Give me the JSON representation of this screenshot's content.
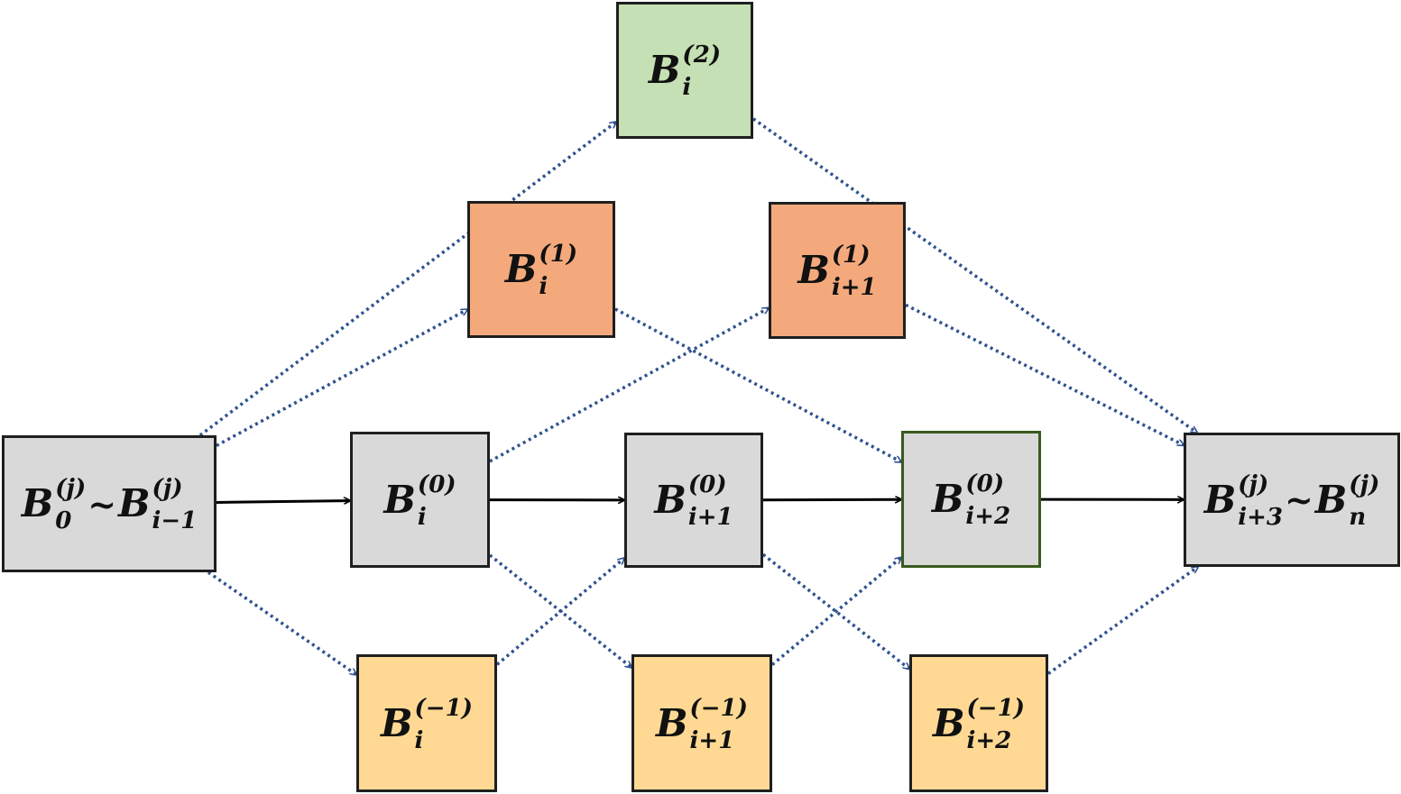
{
  "colors": {
    "gray": "#d9d9d9",
    "green": "#c5e0b4",
    "orange": "#f4a97c",
    "yellow": "#ffd994",
    "border": "#1f1f1f",
    "green_border": "#3a5a1e",
    "solid_arrow": "#000000",
    "dotted_arrow": "#2f528f"
  },
  "nodes": {
    "prefix": {
      "a_base": "B",
      "a_sup": "(j)",
      "a_sub": "0",
      "tilde": "~",
      "b_base": "B",
      "b_sup": "(j)",
      "b_sub": "i−1"
    },
    "b_i_0": {
      "base": "B",
      "sup": "(0)",
      "sub": "i"
    },
    "b_i1_0": {
      "base": "B",
      "sup": "(0)",
      "sub": "i+1"
    },
    "b_i2_0": {
      "base": "B",
      "sup": "(0)",
      "sub": "i+2"
    },
    "suffix": {
      "a_base": "B",
      "a_sup": "(j)",
      "a_sub": "i+3",
      "tilde": "~",
      "b_base": "B",
      "b_sup": "(j)",
      "b_sub": "n"
    },
    "b_i_1": {
      "base": "B",
      "sup": "(1)",
      "sub": "i"
    },
    "b_i1_1": {
      "base": "B",
      "sup": "(1)",
      "sub": "i+1"
    },
    "b_i_2": {
      "base": "B",
      "sup": "(2)",
      "sub": "i"
    },
    "b_i_m1": {
      "base": "B",
      "sup": "(−1)",
      "sub": "i"
    },
    "b_i1_m1": {
      "base": "B",
      "sup": "(−1)",
      "sub": "i+1"
    },
    "b_i2_m1": {
      "base": "B",
      "sup": "(−1)",
      "sub": "i+2"
    }
  },
  "edges": [
    {
      "from": "prefix",
      "to": "b_i_0",
      "style": "solid"
    },
    {
      "from": "b_i_0",
      "to": "b_i1_0",
      "style": "solid"
    },
    {
      "from": "b_i1_0",
      "to": "b_i2_0",
      "style": "solid"
    },
    {
      "from": "b_i2_0",
      "to": "suffix",
      "style": "solid"
    },
    {
      "from": "prefix",
      "to": "b_i_2",
      "style": "dotted"
    },
    {
      "from": "prefix",
      "to": "b_i_1",
      "style": "dotted"
    },
    {
      "from": "prefix",
      "to": "b_i_m1",
      "style": "dotted"
    },
    {
      "from": "b_i_0",
      "to": "b_i1_1",
      "style": "dotted"
    },
    {
      "from": "b_i_0",
      "to": "b_i1_m1",
      "style": "dotted"
    },
    {
      "from": "b_i_m1",
      "to": "b_i1_0",
      "style": "dotted"
    },
    {
      "from": "b_i_1",
      "to": "b_i2_0",
      "style": "dotted"
    },
    {
      "from": "b_i1_0",
      "to": "b_i2_m1",
      "style": "dotted"
    },
    {
      "from": "b_i1_m1",
      "to": "b_i2_0",
      "style": "dotted"
    },
    {
      "from": "b_i_2",
      "to": "suffix",
      "style": "dotted"
    },
    {
      "from": "b_i1_1",
      "to": "suffix",
      "style": "dotted"
    },
    {
      "from": "b_i2_m1",
      "to": "suffix",
      "style": "dotted"
    }
  ]
}
